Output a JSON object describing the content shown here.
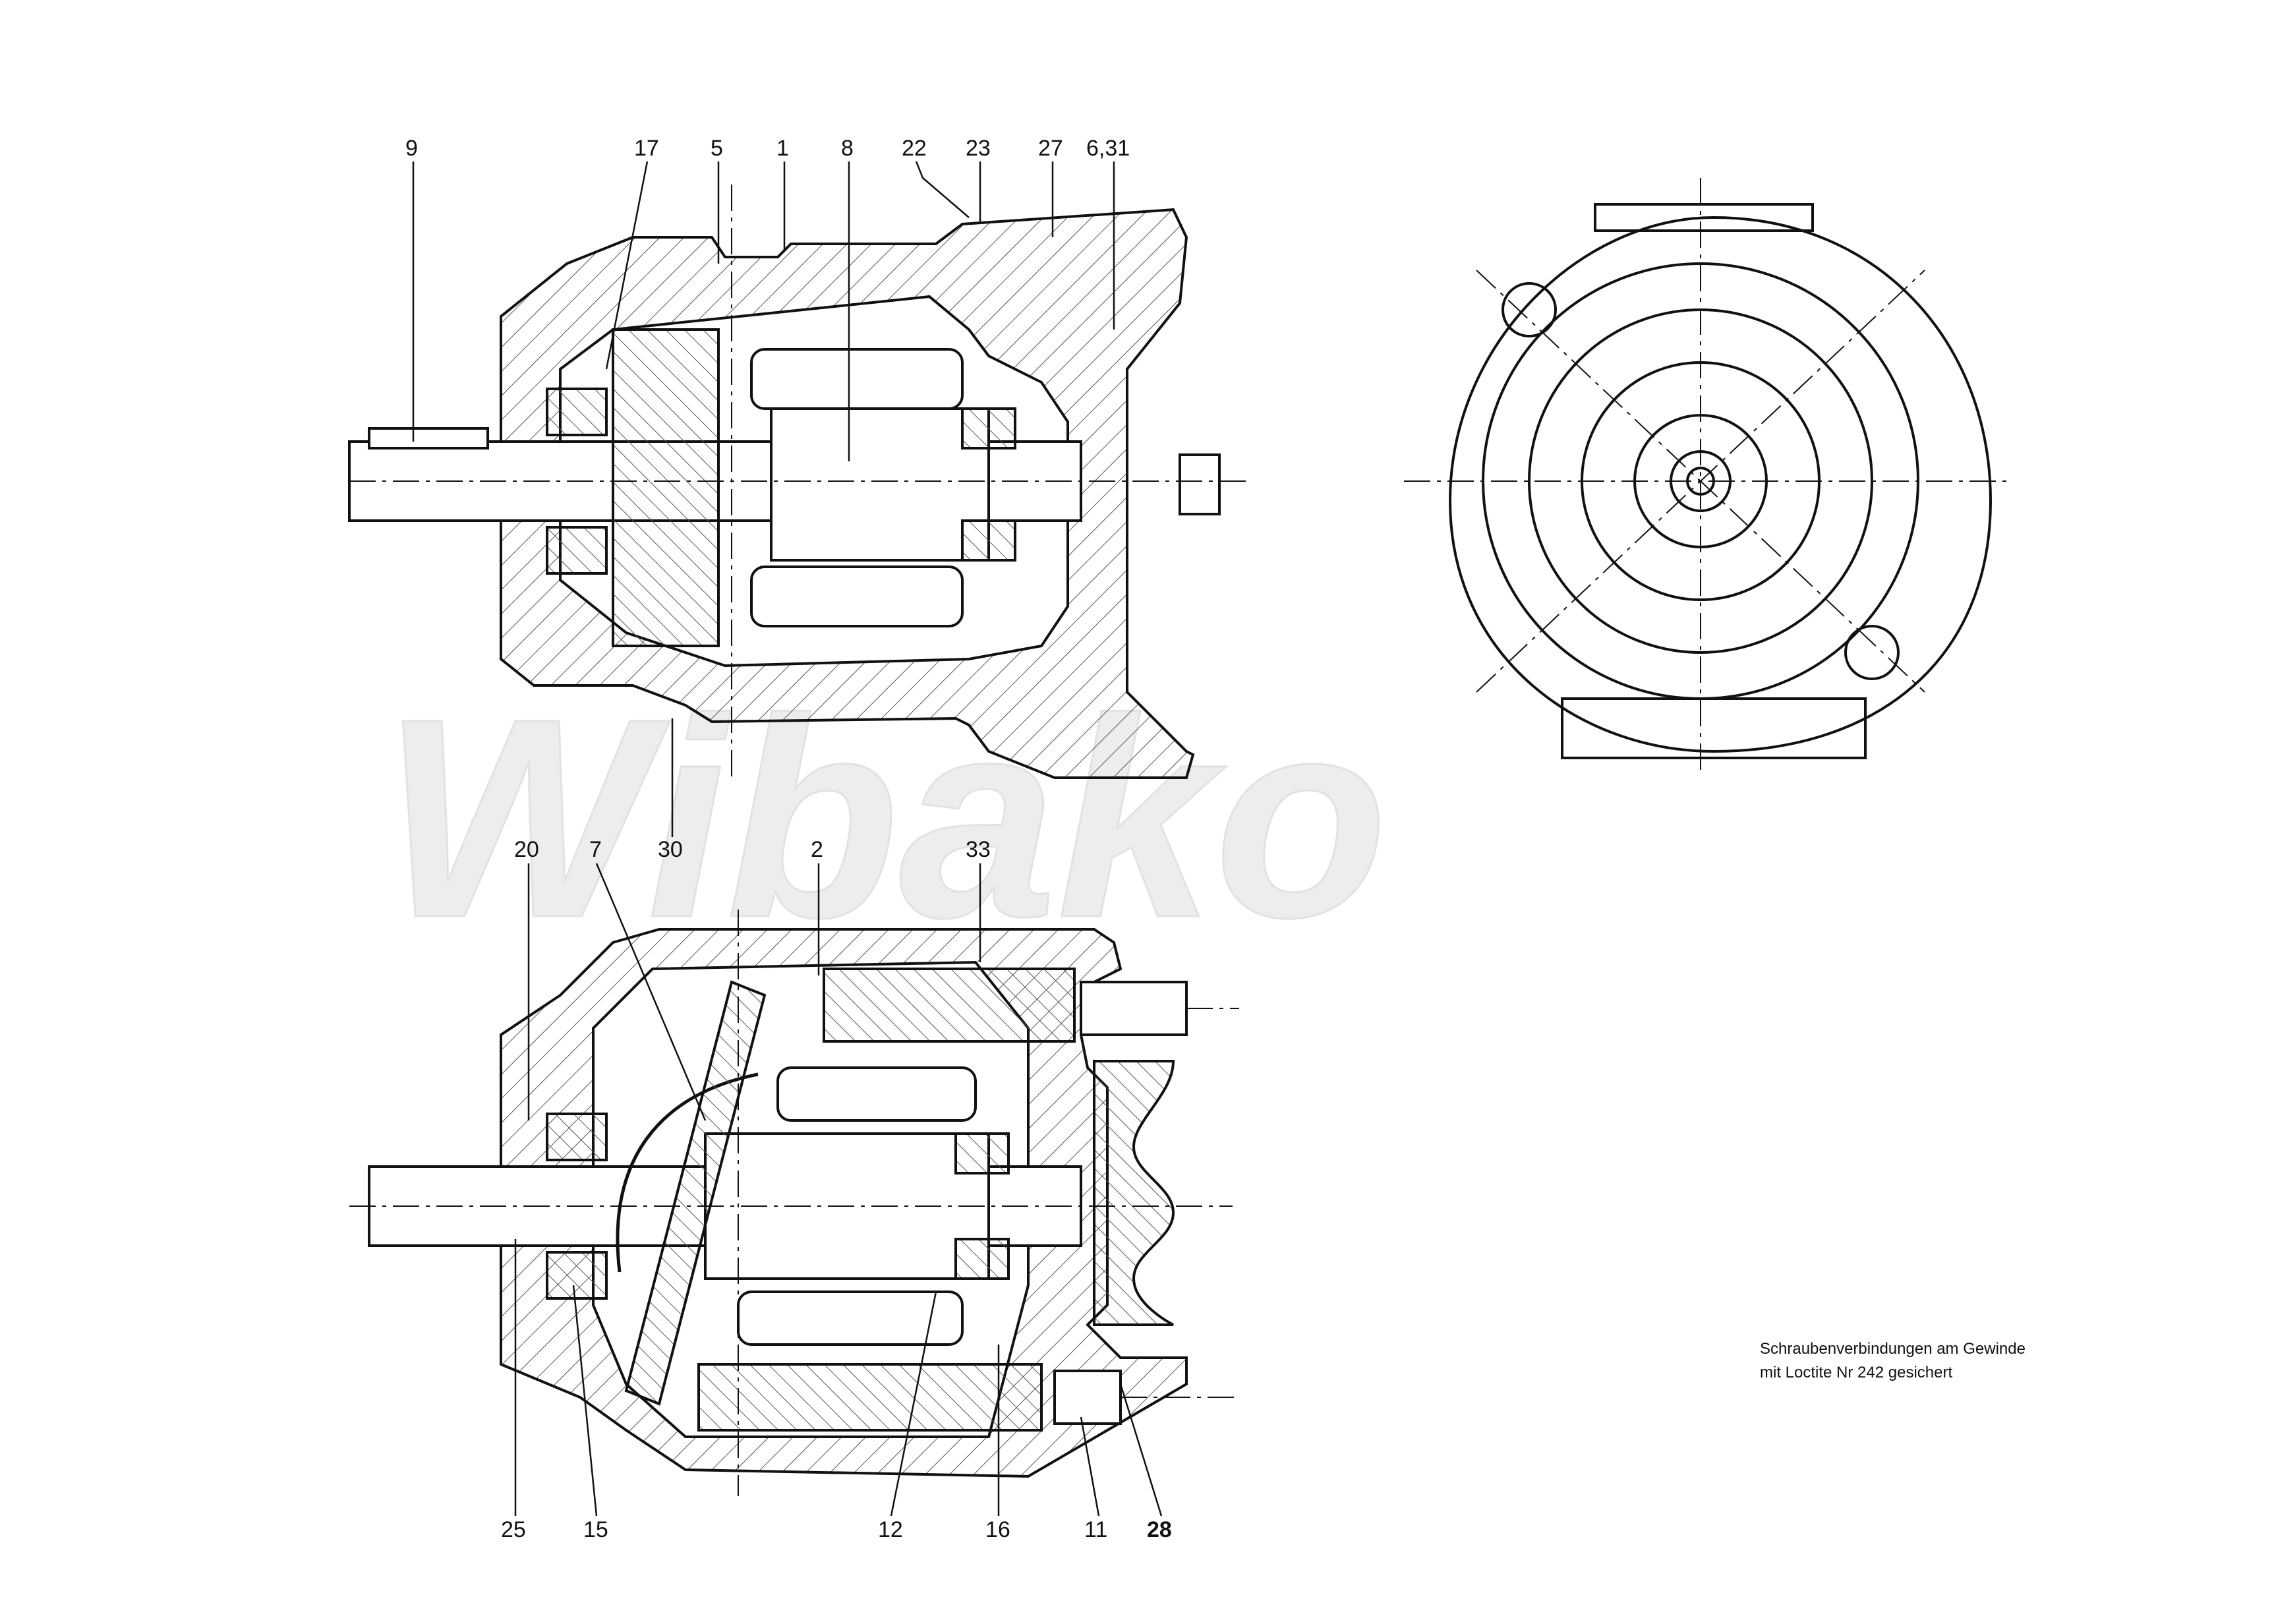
{
  "watermark": "Wibako",
  "note": {
    "line1": "Schraubenverbindungen am Gewinde",
    "line2": "mit Loctite Nr 242 gesichert"
  },
  "labels": {
    "top": [
      "9",
      "17",
      "5",
      "1",
      "8",
      "22",
      "23",
      "27",
      "6,31"
    ],
    "mid": [
      "30",
      "20",
      "7",
      "2",
      "33"
    ],
    "bottom": [
      "25",
      "15",
      "12",
      "16",
      "11",
      "28"
    ]
  },
  "colors": {
    "line": "#111111",
    "hatch": "#555555",
    "watermark": "#ededed"
  }
}
